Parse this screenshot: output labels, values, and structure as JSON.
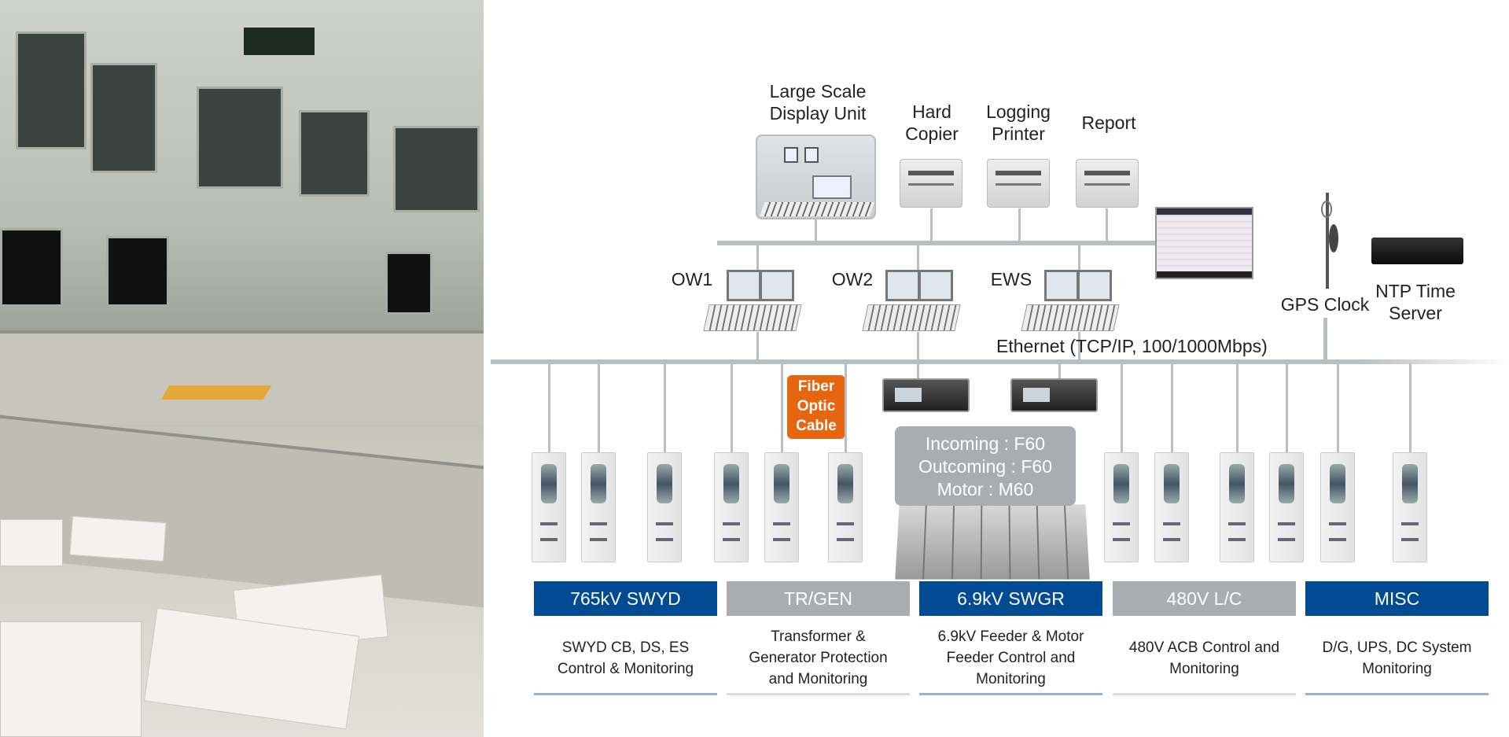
{
  "devices": {
    "large_display": "Large Scale\nDisplay Unit",
    "hard_copier": "Hard\nCopier",
    "logging_printer": "Logging\nPrinter",
    "report": "Report",
    "ow1": "OW1",
    "ow2": "OW2",
    "ews": "EWS",
    "gps_clock": "GPS Clock",
    "ntp_server": "NTP Time\nServer"
  },
  "network": {
    "ethernet": "Ethernet (TCP/IP, 100/1000Mbps)",
    "fiber": "Fiber\nOptic\nCable"
  },
  "relay_info": {
    "lines": [
      "Incoming : F60",
      "Outcoming : F60",
      "Motor : M60"
    ]
  },
  "categories": [
    {
      "label": "765kV SWYD",
      "desc": "SWYD CB, DS, ES\nControl & Monitoring",
      "color": "#004b93"
    },
    {
      "label": "TR/GEN",
      "desc": "Transformer &\nGenerator Protection\nand Monitoring",
      "color": "#a9adb0"
    },
    {
      "label": "6.9kV SWGR",
      "desc": "6.9kV Feeder & Motor\nFeeder Control and\nMonitoring",
      "color": "#004b93"
    },
    {
      "label": "480V L/C",
      "desc": "480V ACB Control and\nMonitoring",
      "color": "#a9adb0"
    },
    {
      "label": "MISC",
      "desc": "D/G, UPS, DC System\nMonitoring",
      "color": "#004b93"
    }
  ],
  "colors": {
    "fiber": "#e8650f",
    "info_box": "#a9adb0",
    "bus": "#b9bec2"
  }
}
